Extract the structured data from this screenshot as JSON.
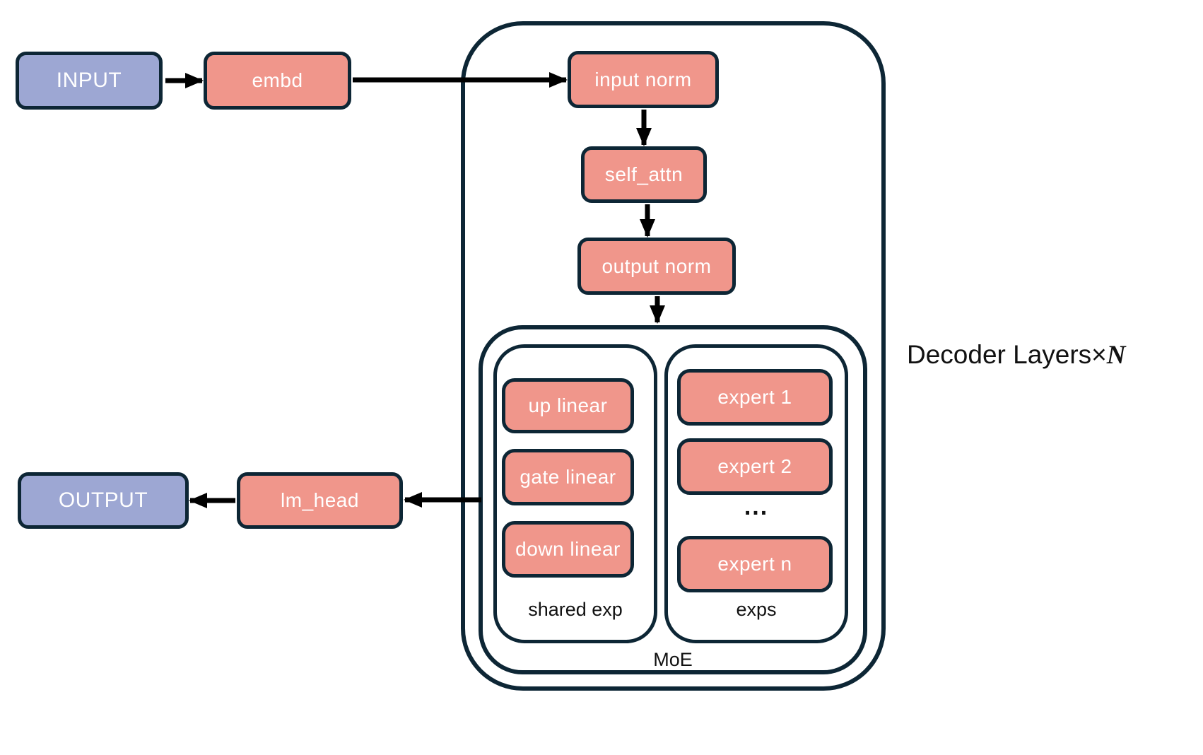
{
  "io": {
    "input": "INPUT",
    "output": "OUTPUT"
  },
  "blocks": {
    "embd": "embd",
    "lm_head": "lm_head",
    "input_norm": "input norm",
    "self_attn": "self_attn",
    "output_norm": "output norm"
  },
  "decoder": {
    "label_prefix": "Decoder Layers×",
    "label_n": "N"
  },
  "moe": {
    "label": "MoE",
    "shared": {
      "label": "shared exp",
      "items": [
        "up linear",
        "gate linear",
        "down linear"
      ]
    },
    "experts": {
      "label": "exps",
      "items": [
        "expert 1",
        "expert 2",
        "expert n"
      ],
      "ellipsis": "..."
    }
  },
  "colors": {
    "block_salmon": "#F0968B",
    "block_purple": "#9DA7D3",
    "outline_navy": "#0D2635",
    "arrow_black": "#000000",
    "box_text": "#FFFFFF",
    "label_text": "#111111"
  }
}
